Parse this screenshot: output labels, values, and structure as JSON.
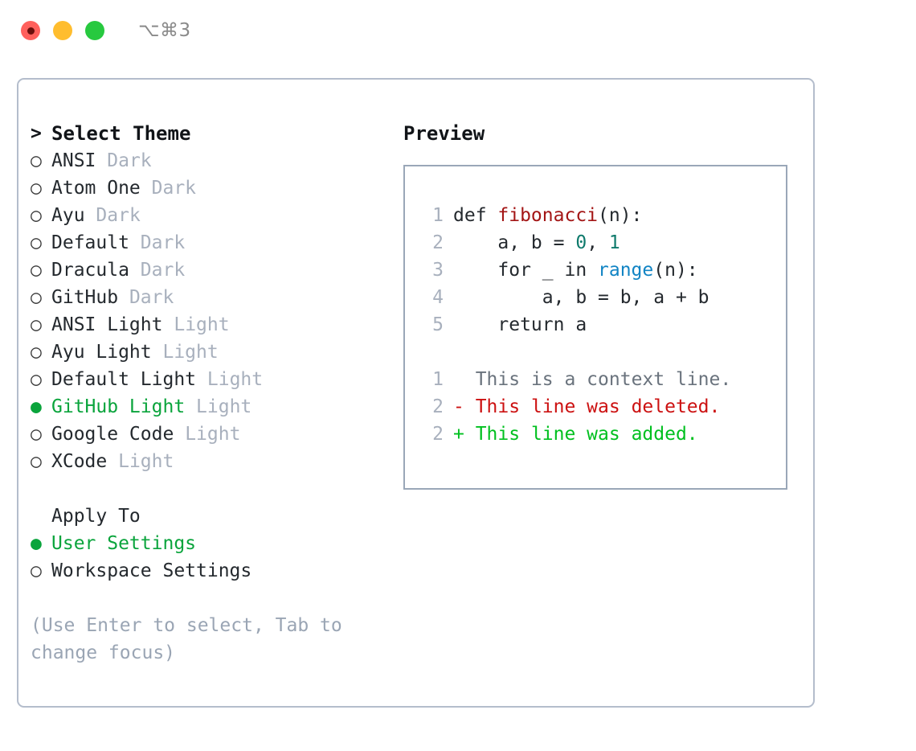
{
  "titlebar": {
    "lights": [
      {
        "name": "close",
        "color": "#ff605c"
      },
      {
        "name": "minimize",
        "color": "#ffbd2e"
      },
      {
        "name": "zoom",
        "color": "#27c93f"
      }
    ],
    "shortcut": "⌥⌘3"
  },
  "colors": {
    "accent_green": "#0aa43c",
    "muted": "#a8b0bd",
    "panel_border": "#b4bdcc",
    "preview_border": "#9aa7b8",
    "text": "#24292e",
    "diff_add": "#00c01f",
    "diff_del": "#cc1111",
    "diff_ctx": "#6a737d"
  },
  "left": {
    "header": {
      "marker": ">",
      "label": "Select Theme"
    },
    "markers": {
      "off": "○",
      "on": "●"
    },
    "themes": [
      {
        "name": "ANSI",
        "kind": "Dark",
        "selected": false
      },
      {
        "name": "Atom One",
        "kind": "Dark",
        "selected": false
      },
      {
        "name": "Ayu",
        "kind": "Dark",
        "selected": false
      },
      {
        "name": "Default",
        "kind": "Dark",
        "selected": false
      },
      {
        "name": "Dracula",
        "kind": "Dark",
        "selected": false
      },
      {
        "name": "GitHub",
        "kind": "Dark",
        "selected": false
      },
      {
        "name": "ANSI Light",
        "kind": "Light",
        "selected": false
      },
      {
        "name": "Ayu Light",
        "kind": "Light",
        "selected": false
      },
      {
        "name": "Default Light",
        "kind": "Light",
        "selected": false
      },
      {
        "name": "GitHub Light",
        "kind": "Light",
        "selected": true
      },
      {
        "name": "Google Code",
        "kind": "Light",
        "selected": false
      },
      {
        "name": "XCode",
        "kind": "Light",
        "selected": false
      }
    ],
    "apply_to": {
      "label": "Apply To",
      "options": [
        {
          "name": "User Settings",
          "selected": true
        },
        {
          "name": "Workspace Settings",
          "selected": false
        }
      ]
    },
    "hint": "(Use Enter to select, Tab to change focus)"
  },
  "right": {
    "title": "Preview",
    "code_lines": [
      {
        "no": "1",
        "segments": [
          {
            "t": "def ",
            "c": "plain"
          },
          {
            "t": "fibonacci",
            "c": "fn"
          },
          {
            "t": "(n):",
            "c": "plain"
          }
        ]
      },
      {
        "no": "2",
        "segments": [
          {
            "t": "    a, b = ",
            "c": "plain"
          },
          {
            "t": "0",
            "c": "num"
          },
          {
            "t": ", ",
            "c": "plain"
          },
          {
            "t": "1",
            "c": "num"
          }
        ]
      },
      {
        "no": "3",
        "segments": [
          {
            "t": "    for _ in ",
            "c": "plain"
          },
          {
            "t": "range",
            "c": "call"
          },
          {
            "t": "(n):",
            "c": "plain"
          }
        ]
      },
      {
        "no": "4",
        "segments": [
          {
            "t": "        a, b = b, a + b",
            "c": "plain"
          }
        ]
      },
      {
        "no": "5",
        "segments": [
          {
            "t": "    return a",
            "c": "plain"
          }
        ]
      }
    ],
    "diff_lines": [
      {
        "no": "1",
        "sign": "  ",
        "text": "This is a context line.",
        "kind": "ctx"
      },
      {
        "no": "2",
        "sign": "- ",
        "text": "This line was deleted.",
        "kind": "del"
      },
      {
        "no": "2",
        "sign": "+ ",
        "text": "This line was added.",
        "kind": "add"
      }
    ]
  }
}
